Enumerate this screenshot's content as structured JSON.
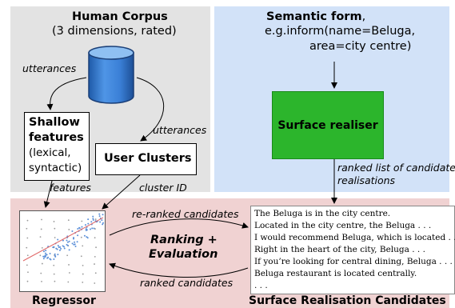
{
  "human_corpus": {
    "title": "Human Corpus",
    "subtitle": "(3 dimensions, rated)",
    "edge_utterances_left": "utterances",
    "edge_utterances_right": "utterances"
  },
  "shallow_features": {
    "title_line1": "Shallow",
    "title_line2": "features",
    "detail_line1": "(lexical,",
    "detail_line2": "syntactic)"
  },
  "user_clusters": {
    "title": "User Clusters"
  },
  "edges": {
    "features": "features",
    "cluster_id": "cluster ID",
    "ranked_list_line1": "ranked list of candidate",
    "ranked_list_line2": "realisations",
    "re_ranked": "re-ranked candidates",
    "ranked": "ranked candidates"
  },
  "semantic_form": {
    "title": "Semantic form",
    "comma": ",",
    "line2": "e.g.inform(name=Beluga,",
    "line3": "area=city centre)"
  },
  "surface_realiser": {
    "label": "Surface realiser"
  },
  "ranking": {
    "line1": "Ranking +",
    "line2": "Evaluation"
  },
  "regressor": {
    "label": "Regressor"
  },
  "candidates": {
    "label": "Surface Realisation Candidates",
    "items": [
      "The Beluga is in the city centre.",
      "Located in the city centre, the Beluga . . .",
      "I would recommend Beluga, which is located . . .",
      "Right in the heart of the city, Beluga . . .",
      "If you’re looking for central dining, Beluga . . .",
      "Beluga restaurant is located centrally.",
      ". . ."
    ]
  },
  "colors": {
    "panel_grey": "#e3e3e3",
    "panel_blue": "#d2e2f8",
    "panel_pink": "#f0d2d2",
    "realiser_green": "#2cb52c",
    "database_blue": "#3a7fd6"
  },
  "icons": {
    "database": "database-cylinder-icon",
    "scatter": "scatter-plot-thumbnail-icon"
  }
}
